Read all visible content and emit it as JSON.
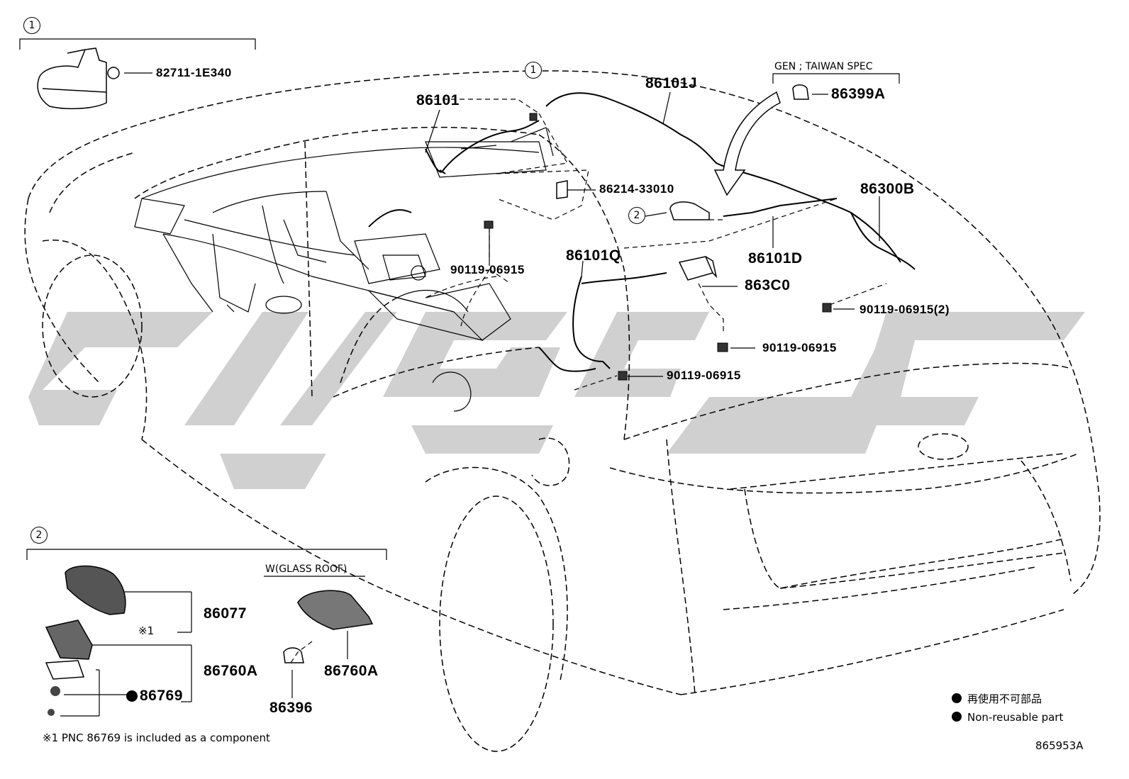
{
  "callouts": {
    "c1_top": "1",
    "c1_mid": "1",
    "c2_mid": "2",
    "c2_box": "2"
  },
  "parts": {
    "p82711": "82711-1E340",
    "p86101": "86101",
    "p86101J": "86101J",
    "p86214": "86214-33010",
    "p86399A": "86399A",
    "p86300B": "86300B",
    "p86101D": "86101D",
    "p86101Q": "86101Q",
    "p90119_a": "90119-06915",
    "p863C0": "863C0",
    "p90119_2": "90119-06915(2)",
    "p90119_b": "90119-06915",
    "p90119_c": "90119-06915",
    "p86077": "86077",
    "p86760A_l": "86760A",
    "p86769": "86769",
    "p86760A_r": "86760A",
    "p86396": "86396"
  },
  "headers": {
    "gen_taiwan": "GEN ; TAIWAN SPEC",
    "glass_roof": "W(GLASS ROOF)"
  },
  "notes": {
    "ref_mark": "※1",
    "footnote": "※1 PNC 86769 is included as a component",
    "legend_jp": "再使用不可部品",
    "legend_en": "Non-reusable part",
    "diagram_id": "865953A"
  },
  "watermark": {
    "text": "CIGC",
    "color": "#c8c8c8"
  },
  "icons": [
    "antenna-cover-icon",
    "antenna-base-icon",
    "amplifier-icon",
    "clip-icon",
    "bolt-icon",
    "harness-icon",
    "car-outline-icon"
  ]
}
